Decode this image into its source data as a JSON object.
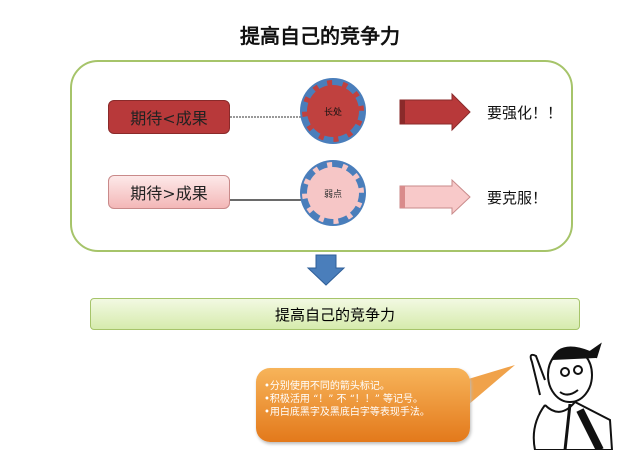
{
  "title": "提高自己的竞争力",
  "rows": [
    {
      "label": "期待<成果",
      "circle": "长处",
      "result": "要强化！！"
    },
    {
      "label": "期待>成果",
      "circle": "弱点",
      "result": "要克服！"
    }
  ],
  "conclusion": "提高自己的竞争力",
  "callout": [
    "•分别使用不同的箭头标记。",
    "•积极活用 “！” 不 “！！” 等记号。",
    "•用白底黑字及黑底白字等表现手法。"
  ],
  "colors": {
    "frame": "#a6c46a",
    "red": "#b8393a",
    "pink": "#f3b7b7",
    "blue": "#4a7ebb",
    "orange": "#e3791b"
  }
}
